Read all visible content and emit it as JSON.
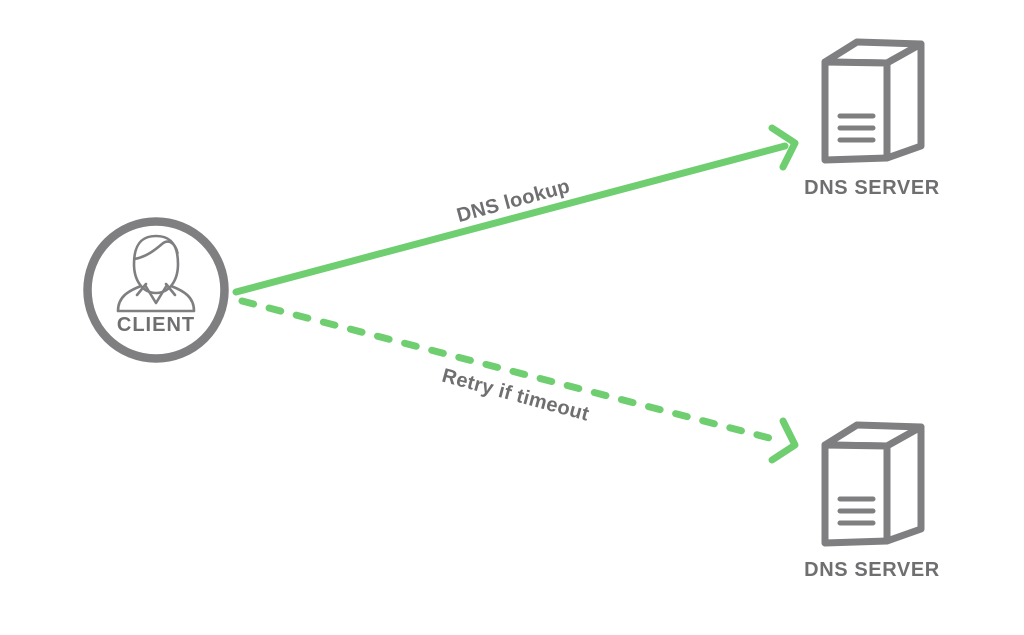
{
  "colors": {
    "background": "#ffffff",
    "outline": "#7f7f82",
    "label": "#6f6f72",
    "arrow": "#6fce70"
  },
  "client": {
    "label": "CLIENT",
    "icon": "person-icon"
  },
  "servers": {
    "top": {
      "label": "DNS SERVER",
      "icon": "server-icon"
    },
    "bottom": {
      "label": "DNS SERVER",
      "icon": "server-icon"
    }
  },
  "arrows": {
    "lookup": {
      "label": "DNS lookup",
      "style": "solid"
    },
    "retry": {
      "label": "Retry if timeout",
      "style": "dashed"
    }
  }
}
